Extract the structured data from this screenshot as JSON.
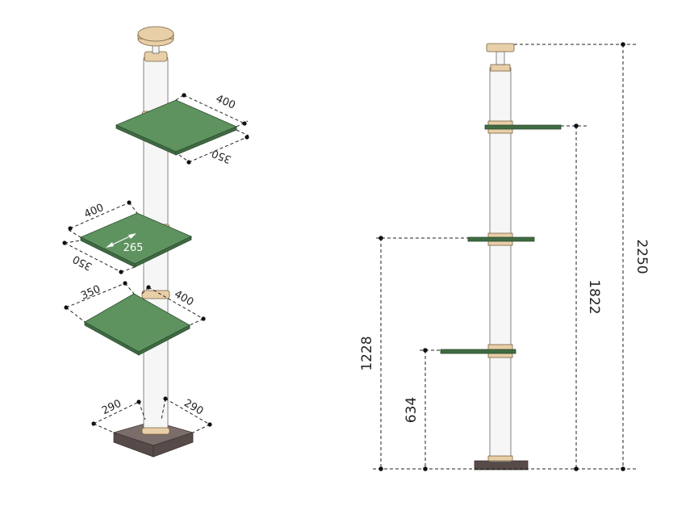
{
  "iso": {
    "top_shelf": {
      "width": "400",
      "depth": "350"
    },
    "middle_shelf": {
      "width": "400",
      "depth": "350",
      "diagonal": "265"
    },
    "lower_shelf": {
      "width": "400",
      "depth": "350"
    },
    "base": {
      "width": "290",
      "depth": "290"
    }
  },
  "elevation": {
    "total_height": "2250",
    "top_shelf_height": "1822",
    "middle_shelf_height": "1228",
    "lower_shelf_height": "634"
  },
  "colors": {
    "shelf": "#5e9360",
    "post": "#f6f6f6",
    "ring": "#e8cfa7",
    "base": "#6b5f5c"
  }
}
